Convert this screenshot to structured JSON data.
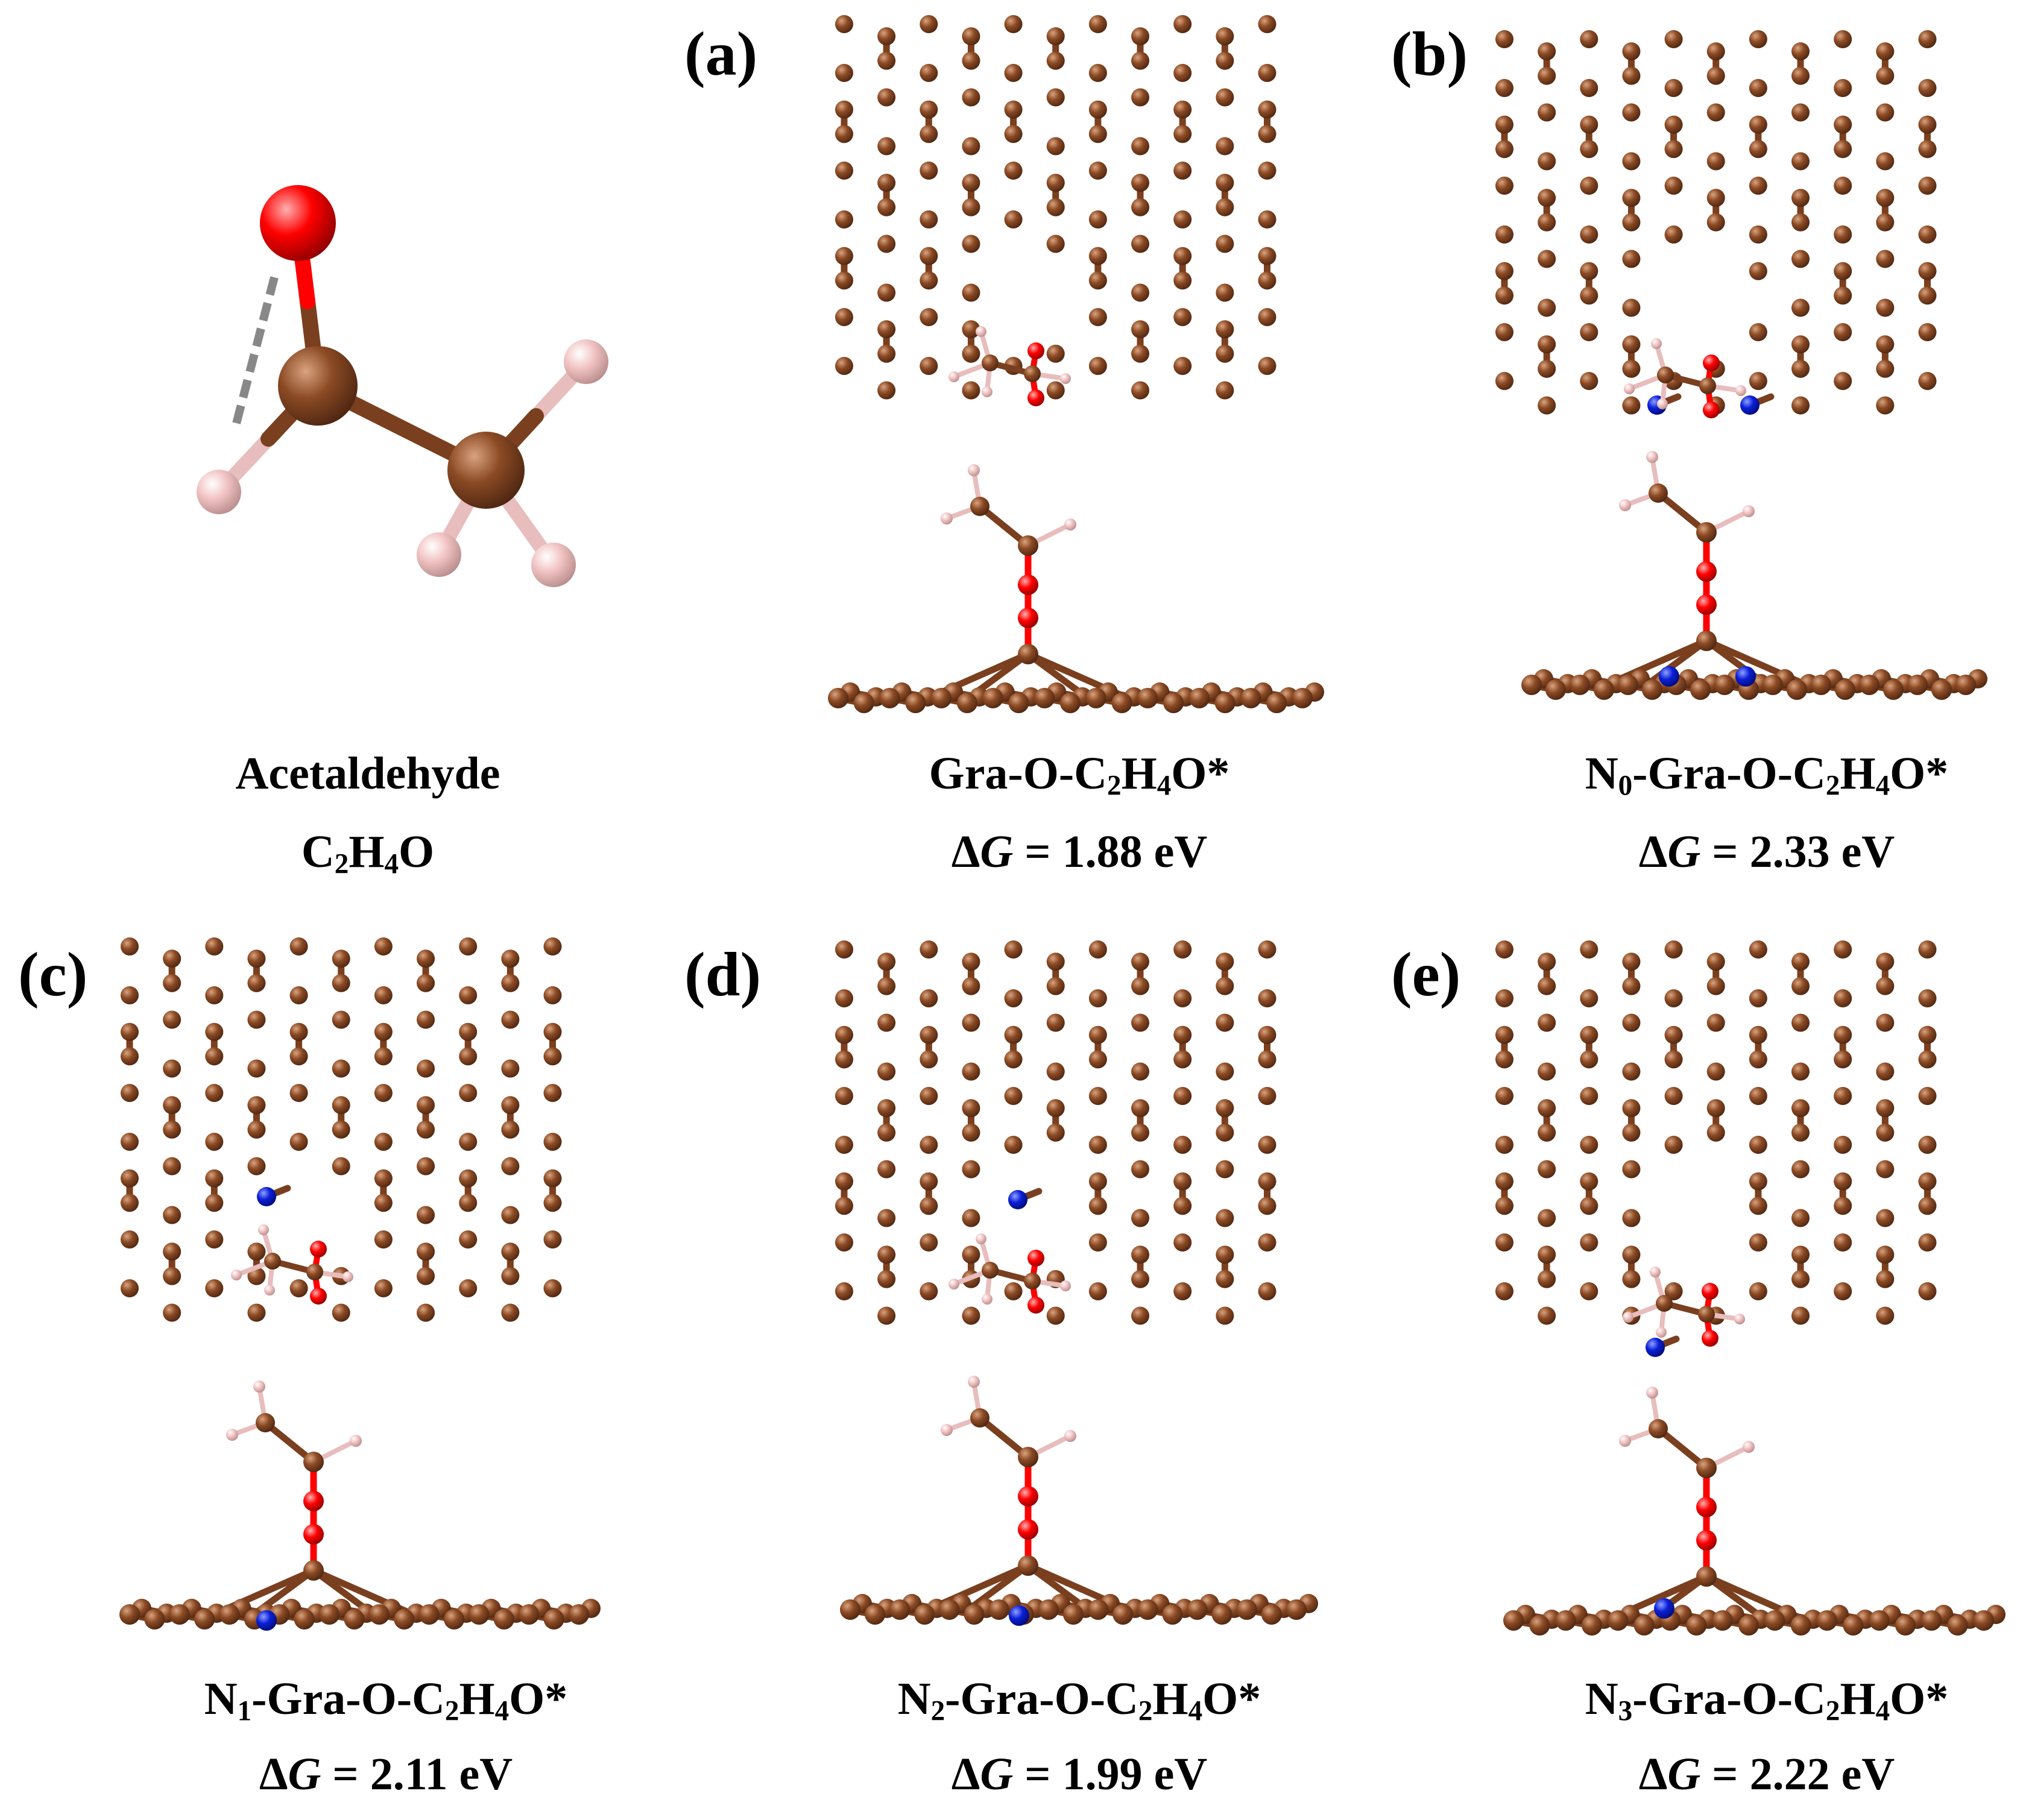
{
  "molecule": {
    "name": "Acetaldehyde",
    "formula": "C2H4O"
  },
  "panels": [
    {
      "letter": "(a)",
      "label": "Gra-O-C2H4O*",
      "delta_g": "ΔG = 1.88 eV",
      "n_index": null,
      "n_count": 0
    },
    {
      "letter": "(b)",
      "label": "N0-Gra-O-C2H4O*",
      "delta_g": "ΔG = 2.33 eV",
      "n_index": "0",
      "n_count": 2
    },
    {
      "letter": "(c)",
      "label": "N1-Gra-O-C2H4O*",
      "delta_g": "ΔG = 2.11 eV",
      "n_index": "1",
      "n_count": 1
    },
    {
      "letter": "(d)",
      "label": "N2-Gra-O-C2H4O*",
      "delta_g": "ΔG = 1.99 eV",
      "n_index": "2",
      "n_count": 1
    },
    {
      "letter": "(e)",
      "label": "N3-Gra-O-C2H4O*",
      "delta_g": "ΔG = 2.22 eV",
      "n_index": "3",
      "n_count": 1
    }
  ],
  "atom_colors": {
    "carbon": "#8B4A24",
    "oxygen": "#FF0000",
    "hydrogen": "#F2C3C3",
    "nitrogen": "#0A1FD8"
  }
}
